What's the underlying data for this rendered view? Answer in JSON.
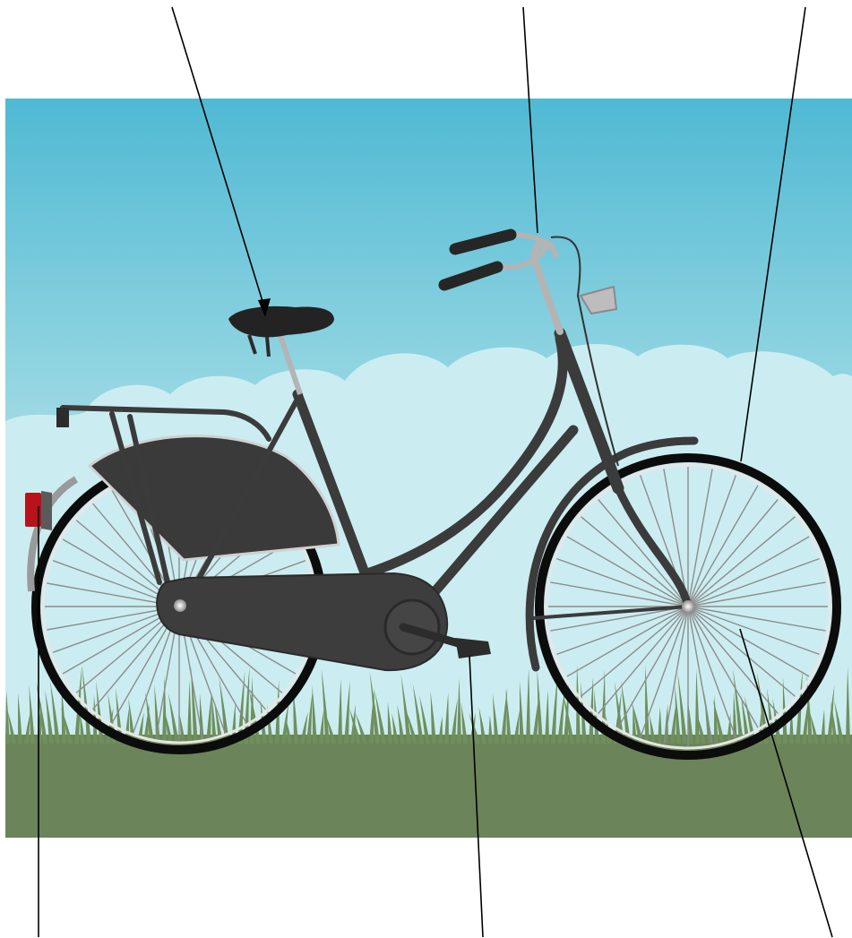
{
  "colors": {
    "page_background": "#ffffff",
    "sky_top": "#4fb9d3",
    "sky_bottom": "#bfe6ec",
    "cloud": "#cdeef2",
    "grass_field": "#6b8459",
    "grass_blade": "#70905e",
    "frame": "#3b3b3b",
    "tyre": "#0c0c0c",
    "spoke": "#8c8c8c",
    "chrome": "#b4b4b4",
    "saddle": "#232323",
    "rear_light": "#b8121a",
    "leader_line": "#000000"
  },
  "diagram": {
    "labels": [
      {
        "id": "saddle",
        "text": ""
      },
      {
        "id": "handlebar",
        "text": ""
      },
      {
        "id": "front-tyre",
        "text": ""
      },
      {
        "id": "rear-reflector",
        "text": ""
      },
      {
        "id": "pedal",
        "text": ""
      },
      {
        "id": "spokes",
        "text": ""
      }
    ]
  }
}
